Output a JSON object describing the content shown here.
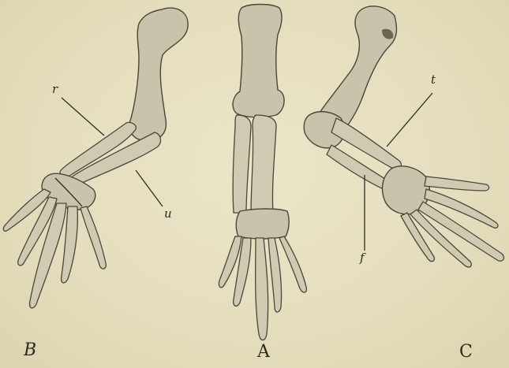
{
  "figure": {
    "panels": [
      {
        "id": "A",
        "label": "A"
      },
      {
        "id": "B",
        "label": "B"
      },
      {
        "id": "C",
        "label": "C"
      }
    ],
    "bone_labels": {
      "r": "r",
      "u": "u",
      "t": "t",
      "f": "f"
    }
  }
}
